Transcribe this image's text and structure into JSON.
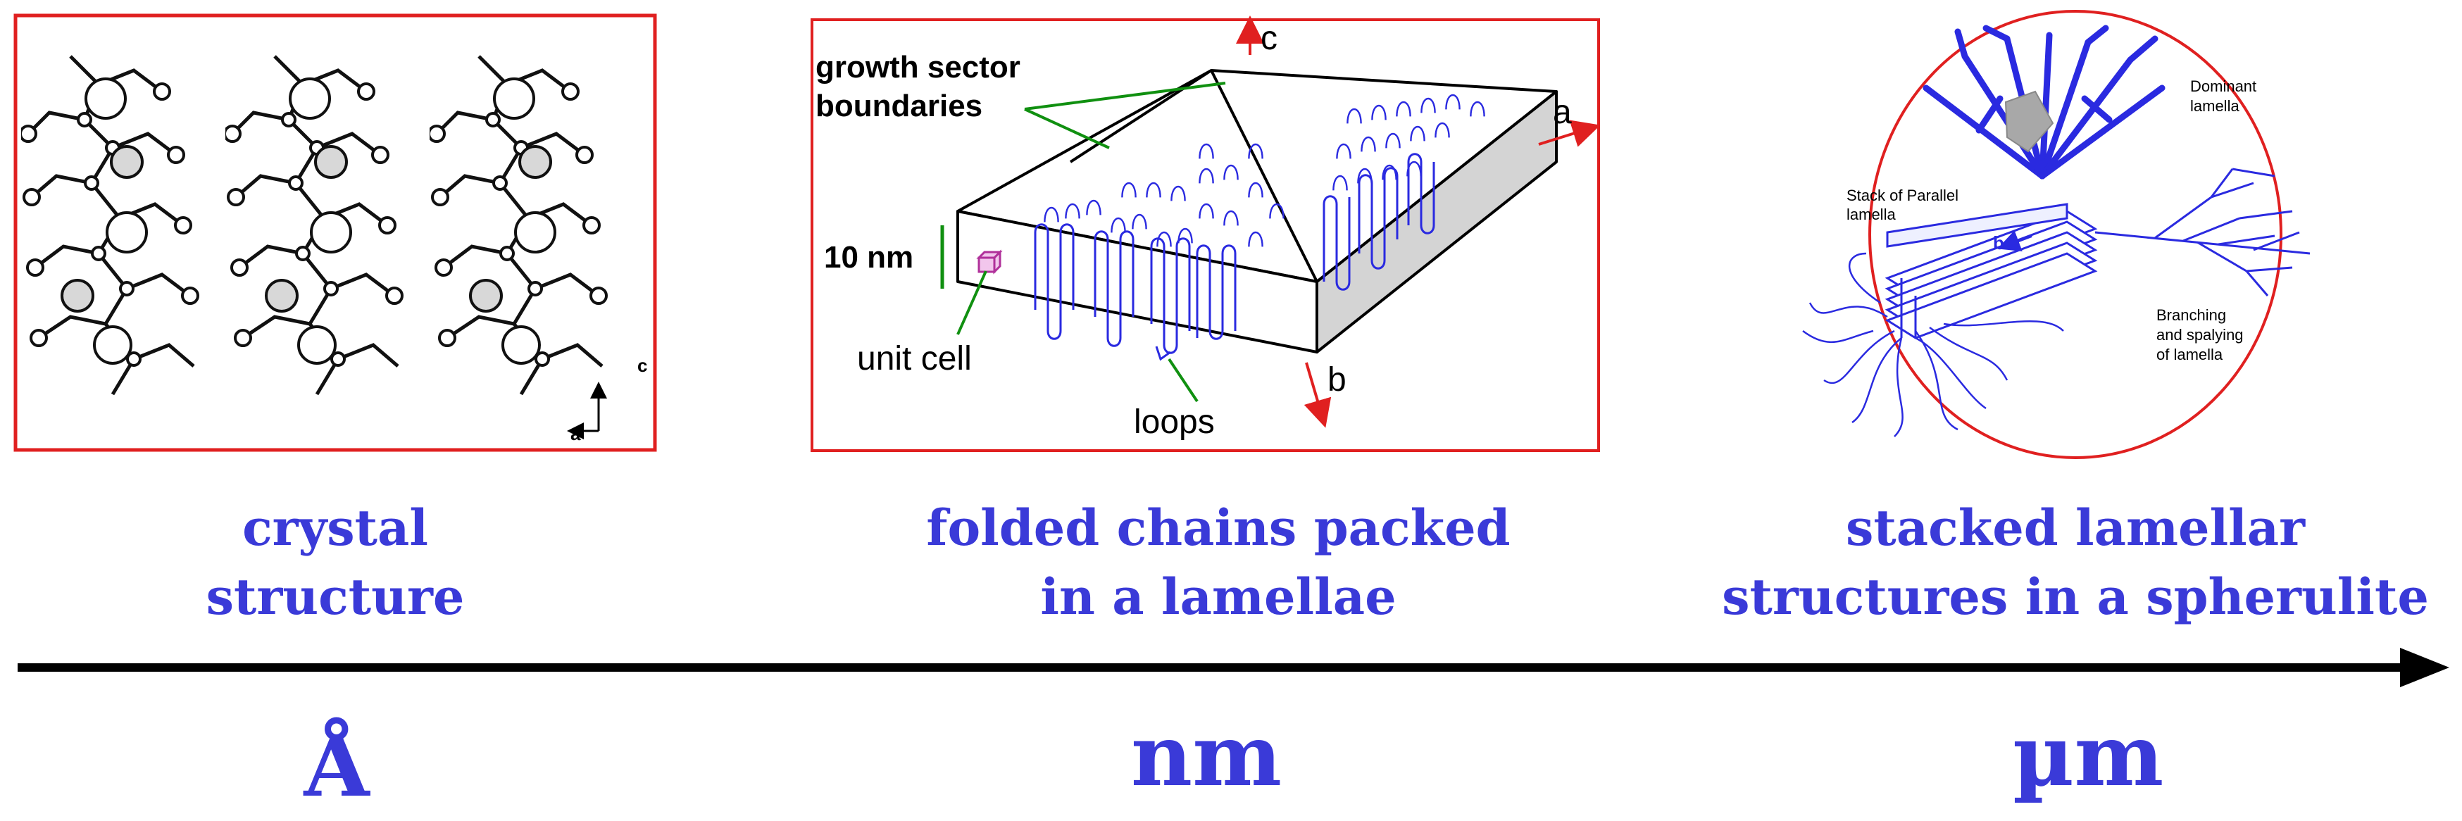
{
  "panels": {
    "crystal": {
      "axis_a": "a",
      "axis_c": "c"
    },
    "lamella": {
      "growth_sector_line1": "growth sector",
      "growth_sector_line2": "boundaries",
      "thickness": "10 nm",
      "unit_cell": "unit cell",
      "loops": "loops",
      "axis_a": "a",
      "axis_b": "b",
      "axis_c": "c"
    },
    "spherulite": {
      "dominant_line1": "Dominant",
      "dominant_line2": "lamella",
      "stack_line1": "Stack of Parallel",
      "stack_line2": "lamella",
      "axis_b": "b",
      "branching_line1": "Branching",
      "branching_line2": "and spalying",
      "branching_line3": "of lamella"
    }
  },
  "captions": {
    "crystal_line1": "crystal",
    "crystal_line2": "structure",
    "lamella_line1": "folded chains packed",
    "lamella_line2": "in a lamellae",
    "spherulite_line1": "stacked lamellar",
    "spherulite_line2": "structures in a spherulite"
  },
  "scale": {
    "angstrom": "Å",
    "nano": "nm",
    "micro": "µm"
  },
  "colors": {
    "caption_blue": "#3a3ad8",
    "frame_red": "#e02020",
    "chain_blue": "#2a2ae0",
    "sector_green": "#109010"
  }
}
